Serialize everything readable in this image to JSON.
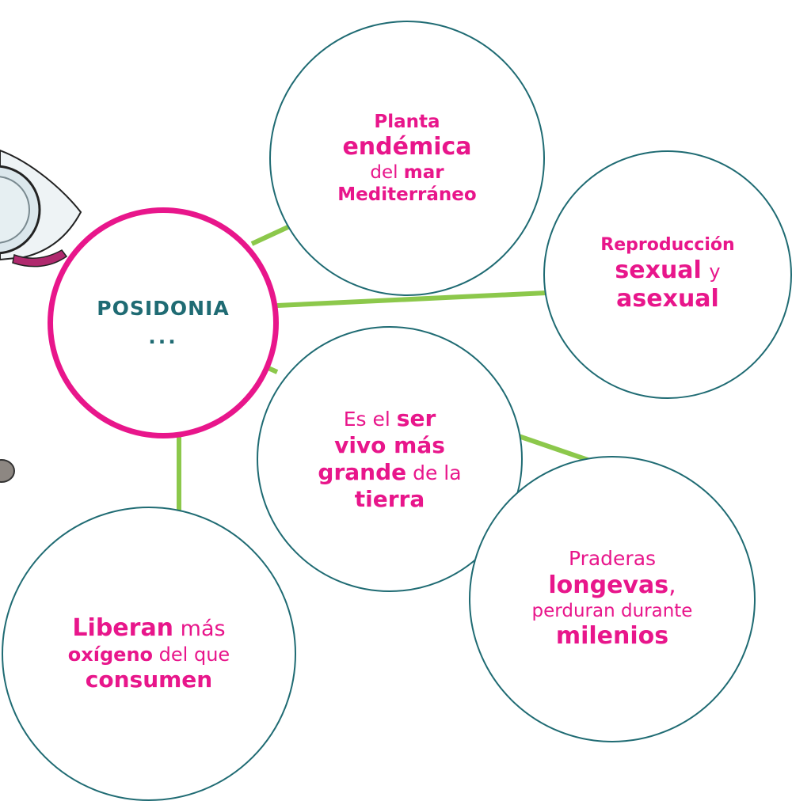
{
  "center": {
    "title": "POSIDONIA",
    "ellipsis": "..."
  },
  "bubbles": {
    "endemic": {
      "l1": "Planta",
      "l2": "endémica",
      "l3a": "del",
      "l3b": "mar",
      "l4": "Mediterráneo"
    },
    "reproduction": {
      "l1": "Reproducción",
      "l2a": "sexual",
      "l2b": "y",
      "l3": "asexual"
    },
    "largest": {
      "l1a": "Es el",
      "l1b": "ser",
      "l2": "vivo más",
      "l3a": "grande",
      "l3b": "de la",
      "l4": "tierra"
    },
    "meadows": {
      "l1": "Praderas",
      "l2a": "longevas",
      "l2b": ",",
      "l3": "perduran durante",
      "l4": "milenios"
    },
    "oxygen": {
      "l1a": "Liberan",
      "l1b": "más",
      "l2a": "oxígeno",
      "l2b": "del que",
      "l3": "consumen"
    }
  },
  "colors": {
    "pink": "#e8168b",
    "teal": "#1f6b73",
    "green_connector": "#8cc84b"
  }
}
